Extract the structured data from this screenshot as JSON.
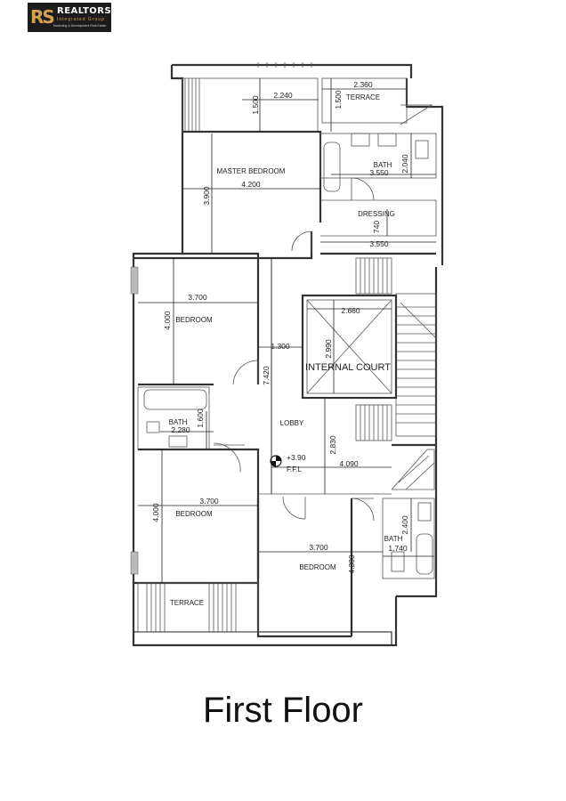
{
  "brand": {
    "mark": "RS",
    "name": "REALTORS",
    "subtitle": "Integrated Group",
    "tagline": "Marketing & Development Real Estate"
  },
  "plan": {
    "title": "First Floor",
    "rooms": {
      "master_bedroom": "MASTER BEDROOM",
      "terrace_top": "TERRACE",
      "bath_master": "BATH",
      "dressing": "DRESSING",
      "bedroom_1": "BEDROOM",
      "internal_court": "INTERNAL COURT",
      "bath_left": "BATH",
      "lobby": "LOBBY",
      "bedroom_2": "BEDROOM",
      "bedroom_3": "BEDROOM",
      "bath_right": "BATH",
      "terrace_bottom": "TERRACE"
    },
    "dimensions": {
      "d1500a": "1.500",
      "d2240": "2.240",
      "d1500b": "1.500",
      "d2360": "2.360",
      "d3900": "3.900",
      "d4200": "4.200",
      "d3550a": "3.550",
      "d2040": "2.040",
      "d740": "740",
      "d3550b": "3.550",
      "d3700a": "3.700",
      "d4000a": "4.000",
      "d2660": "2.660",
      "d2990": "2.990",
      "d1300": "1.300",
      "d7420": "7.420",
      "d2280": "2.280",
      "d1600": "1.600",
      "d2830": "2.830",
      "d4090": "4.090",
      "d3700b": "3.700",
      "d4000b": "4.000",
      "d3700c": "3.700",
      "d4300": "4.300",
      "d2400": "2.400",
      "d1740": "1.740"
    },
    "level": "+3.90",
    "level_note": "F.F.L"
  }
}
